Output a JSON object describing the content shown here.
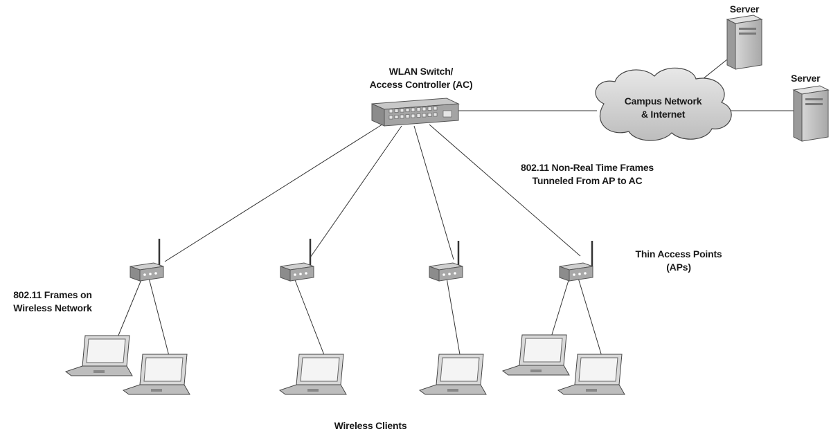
{
  "labels": {
    "controller": [
      "WLAN Switch/",
      "Access Controller (AC)"
    ],
    "cloud": [
      "Campus Network",
      "& Internet"
    ],
    "server_top": "Server",
    "server_right": "Server",
    "tunnel": [
      "802.11 Non-Real Time Frames",
      "Tunneled From AP to AC"
    ],
    "thin_ap": [
      "Thin Access Points",
      "(APs)"
    ],
    "wireless_frames": [
      "802.11 Frames on",
      "Wireless Network"
    ],
    "clients": "Wireless Clients"
  },
  "colors": {
    "line": "#333333",
    "device_dark": "#8c8c8c",
    "device_mid": "#b5b5b5",
    "device_light": "#dcdcdc",
    "screen": "#f4f4f4"
  }
}
